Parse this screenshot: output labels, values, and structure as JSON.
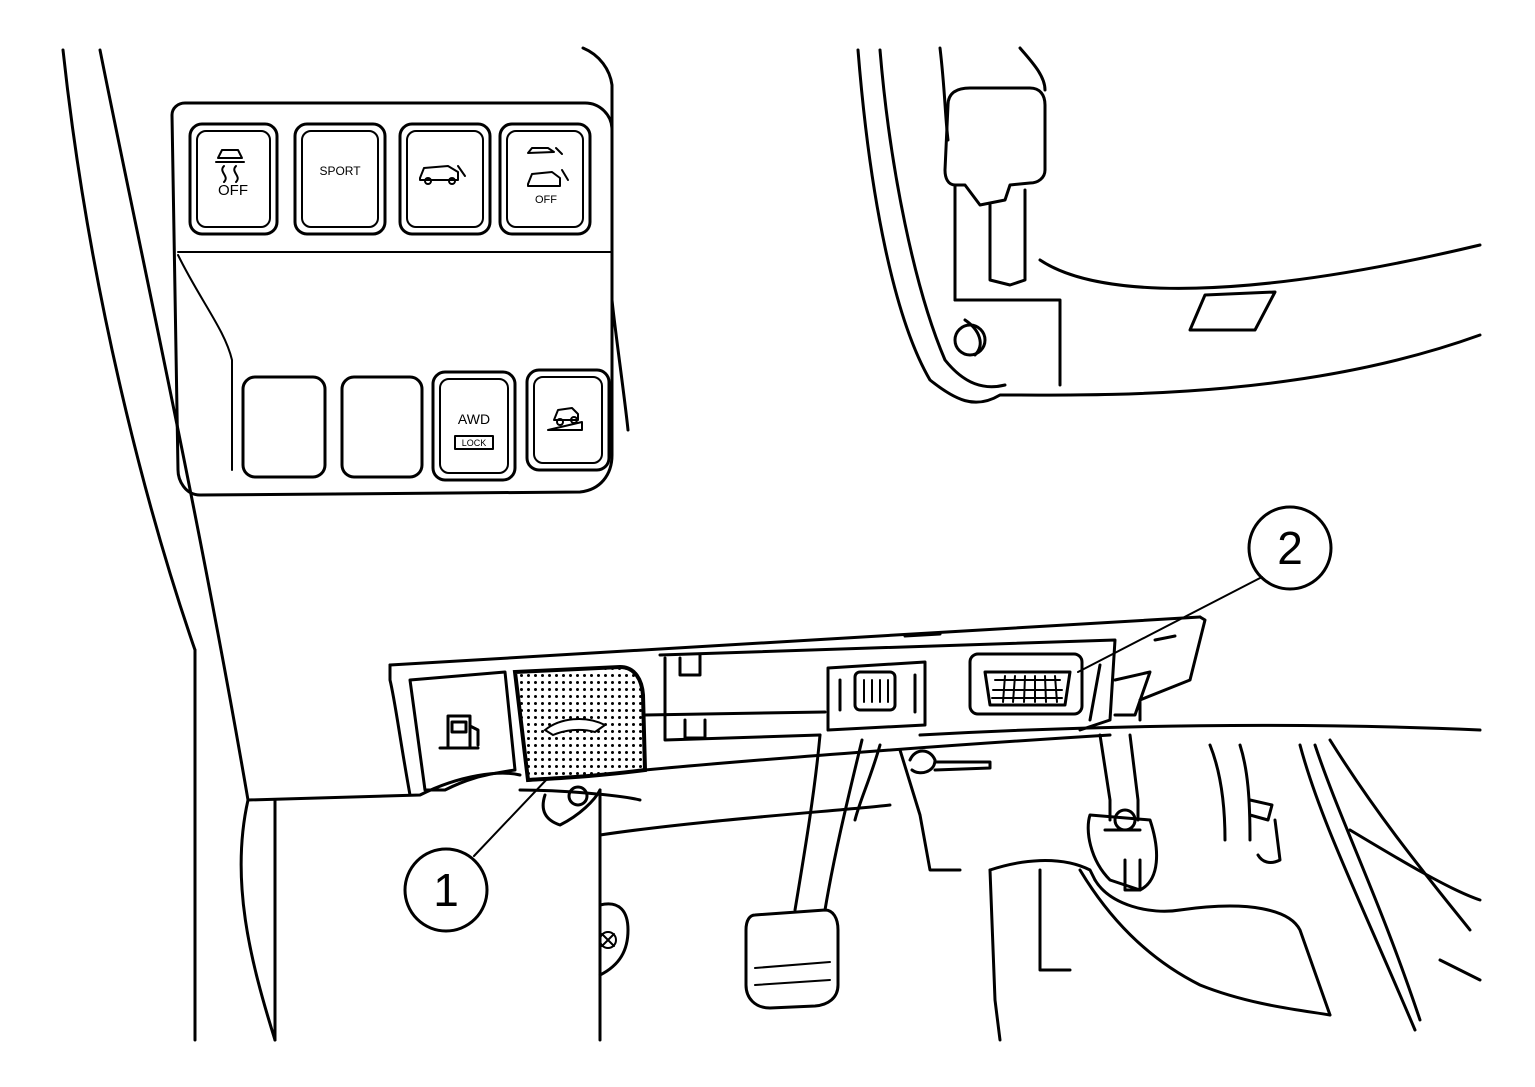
{
  "switch_panel": {
    "top_row": {
      "vdc_off": {
        "icon": "skid-car-icon",
        "text": "OFF"
      },
      "sport": {
        "text": "SPORT"
      },
      "power_liftgate": {
        "icon": "liftgate-car-icon"
      },
      "liftgate_off": {
        "icon": "liftgate-car-icon",
        "text": "OFF"
      }
    },
    "bottom_row": {
      "awd_lock": {
        "text": "AWD",
        "sub_text": "LOCK"
      },
      "hill_descent": {
        "icon": "hill-descent-icon"
      }
    }
  },
  "release_levers": {
    "fuel_filler": {
      "icon": "fuel-pump-icon"
    },
    "hood_release": {
      "icon": "car-hood-icon"
    }
  },
  "callouts": [
    {
      "number": "1"
    },
    {
      "number": "2"
    }
  ],
  "colors": {
    "line": "#000000",
    "background": "#ffffff"
  }
}
